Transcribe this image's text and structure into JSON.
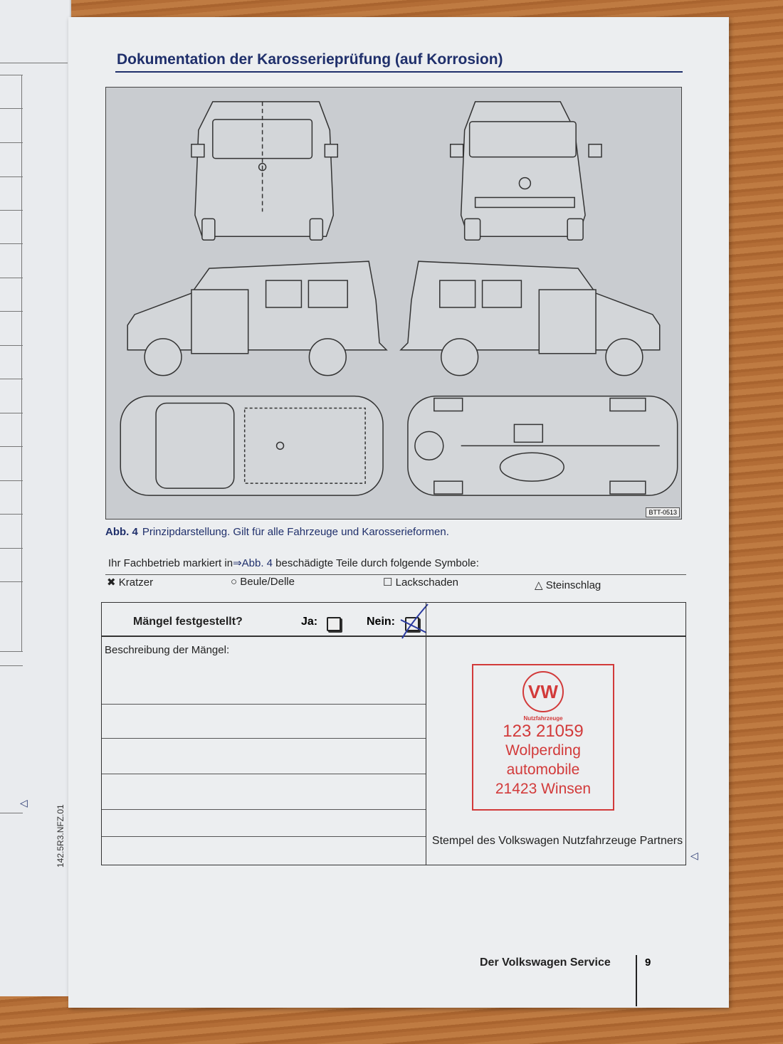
{
  "title": "Dokumentation der Karosserieprüfung (auf Korrosion)",
  "figure": {
    "id": "BTT-0513",
    "caption_label": "Abb. 4",
    "caption_text": "Prinzipdarstellung. Gilt für alle Fahrzeuge und Karosserieformen."
  },
  "intro": {
    "before": "Ihr Fachbetrieb markiert in",
    "link": "⇒Abb. 4",
    "after": " beschädigte Teile durch folgende Symbole:"
  },
  "symbols": [
    {
      "glyph": "✖",
      "label": "Kratzer"
    },
    {
      "glyph": "○",
      "label": "Beule/Delle"
    },
    {
      "glyph": "☐",
      "label": "Lackschaden"
    },
    {
      "glyph": "△",
      "label": "Steinschlag"
    }
  ],
  "form": {
    "question": "Mängel festgestellt?",
    "yes_label": "Ja:",
    "no_label": "Nein:",
    "yes_checked": false,
    "no_checked": true,
    "description_label": "Beschreibung der Mängel:",
    "stamp_label": "Stempel des Volkswagen Nutzfahrzeuge Partners"
  },
  "stamp": {
    "brand": "Nutzfahrzeuge",
    "number": "123 21059",
    "name1": "Wolperding",
    "name2": "automobile",
    "city": "21423 Winsen"
  },
  "side_code": "142.5R3.NFZ.01",
  "footer": {
    "section": "Der Volkswagen Service",
    "page": "9"
  },
  "colors": {
    "accent": "#1f2f6b",
    "stamp": "#d23a3a",
    "pen": "#2a3aa0"
  }
}
